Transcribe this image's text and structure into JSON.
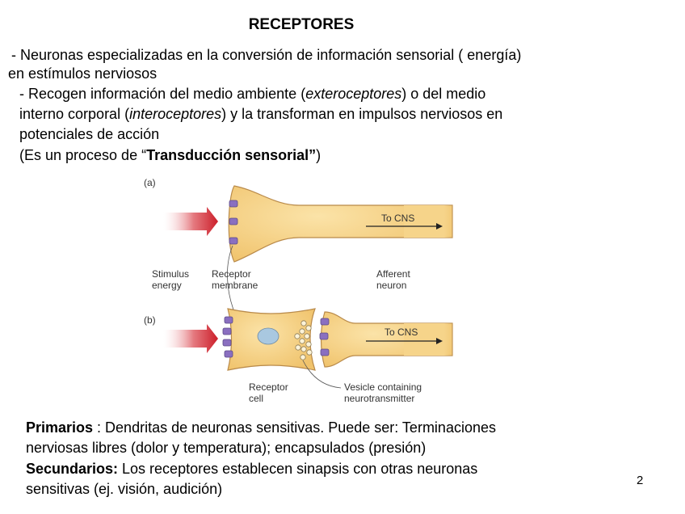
{
  "slide": {
    "title": "RECEPTORES",
    "line1": "- Neuronas especializadas en la conversión de información  sensorial  ( energía)",
    "line2": "en estímulos nerviosos",
    "line3_a": "-  Recogen información del  medio ambiente (",
    "line3_em": "exteroceptores",
    "line3_b": ") o del medio",
    "line4_a": "interno corporal (",
    "line4_em": "interoceptores",
    "line4_b": ") y la transforman  en impulsos nerviosos  en",
    "line5": "potenciales de acción",
    "line6_a": "(Es un proceso de “",
    "line6_strong": "Transducción sensorial”",
    "line6_b": ")",
    "bottom1_strong": "Primarios",
    "bottom1_rest": " : Dendritas de neuronas sensitivas. Puede ser: Terminaciones",
    "bottom2": "nerviosas libres (dolor y temperatura); encapsulados (presión)",
    "bottom3_strong": "Secundarios:",
    "bottom3_rest": " Los receptores establecen sinapsis con otras neuronas",
    "bottom4": "sensitivas (ej. visión, audición)",
    "page_number": "2"
  },
  "figure": {
    "label_a": "(a)",
    "label_b": "(b)",
    "to_cns_a": "To CNS",
    "to_cns_b": "To CNS",
    "stimulus_1": "Stimulus",
    "stimulus_2": "energy",
    "receptor_1": "Receptor",
    "receptor_2": "membrane",
    "afferent_1": "Afferent",
    "afferent_2": "neuron",
    "receptor_cell_1": "Receptor",
    "receptor_cell_2": "cell",
    "vesicle_1": "Vesicle containing",
    "vesicle_2": "neurotransmitter"
  },
  "colors": {
    "neuron_fill": "#f6d48a",
    "neuron_stroke": "#b98a4a",
    "receptor": "#8a6fc0",
    "arrow": "#d8323a",
    "nucleus": "#a9c8e0"
  }
}
